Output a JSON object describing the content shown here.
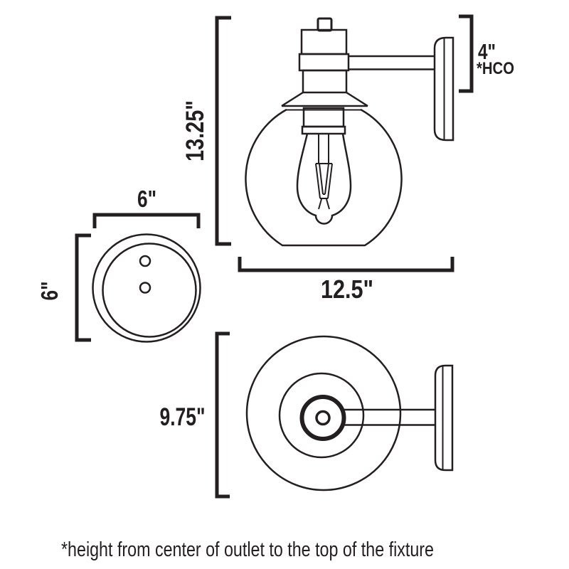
{
  "page": {
    "background": "#ffffff",
    "line_color": "#231f20",
    "description": "wall sconce fixture dimension diagram"
  },
  "side_view": {
    "height_dim": "13.25\"",
    "width_dim": "12.5\"",
    "hco_dim": "4\"",
    "hco_label": "*HCO"
  },
  "backplate_view": {
    "width_dim": "6\"",
    "height_dim": "6\""
  },
  "top_view": {
    "depth_dim": "9.75\""
  },
  "footnote": "*height from center of outlet to the top of the fixture"
}
